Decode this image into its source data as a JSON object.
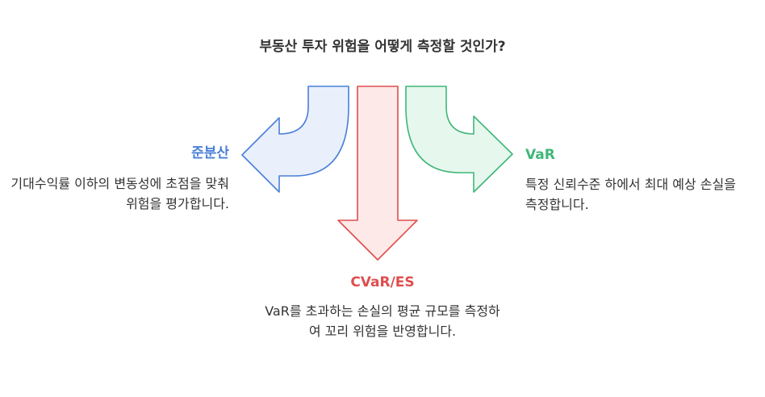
{
  "title": "부동산 투자 위험을 어떻게 측정할 것인가?",
  "branches": {
    "left": {
      "heading": "준분산",
      "description": "기대수익률 이하의 변동성에 초점을 맞춰 위험을 평가합니다.",
      "fill": "#e9f0fb",
      "stroke": "#4a7fd8"
    },
    "bottom": {
      "heading": "CVaR/ES",
      "description": "VaR를 초과하는 손실의 평균 규모를 측정하여 꼬리 위험을 반영합니다.",
      "fill": "#fde9e8",
      "stroke": "#de4e4e"
    },
    "right": {
      "heading": "VaR",
      "description": "특정 신뢰수준 하에서 최대 예상 손실을 측정합니다.",
      "fill": "#e6f7ee",
      "stroke": "#3fb777"
    }
  }
}
